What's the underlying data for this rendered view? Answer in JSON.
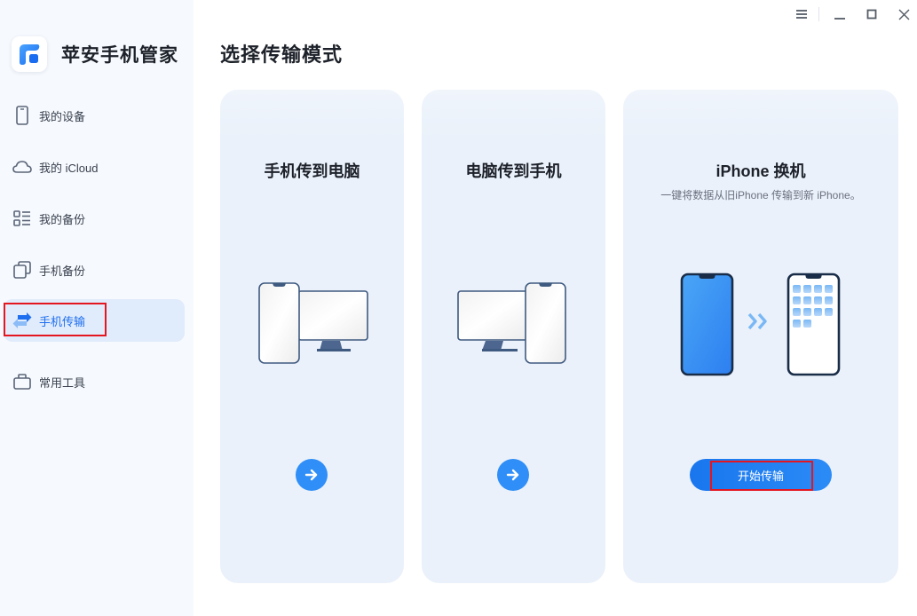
{
  "app": {
    "name": "苹安手机管家",
    "brand_color": "#1e6ff0"
  },
  "window_controls": {
    "menu": "menu-icon",
    "minimize": "minimize-icon",
    "maximize": "maximize-icon",
    "close": "close-icon"
  },
  "sidebar": {
    "items": [
      {
        "label": "我的设备",
        "icon": "phone-icon",
        "active": false
      },
      {
        "label": "我的 iCloud",
        "icon": "cloud-icon",
        "active": false
      },
      {
        "label": "我的备份",
        "icon": "list-icon",
        "active": false
      },
      {
        "label": "手机备份",
        "icon": "copy-icon",
        "active": false
      },
      {
        "label": "手机传输",
        "icon": "transfer-icon",
        "active": true
      },
      {
        "label": "常用工具",
        "icon": "toolbox-icon",
        "active": false
      }
    ]
  },
  "main": {
    "title": "选择传输模式",
    "cards": [
      {
        "title": "手机传到电脑",
        "action": "arrow-right-icon"
      },
      {
        "title": "电脑传到手机",
        "action": "arrow-right-icon"
      },
      {
        "title": "iPhone 换机",
        "subtitle": "一键将数据从旧iPhone 传输到新 iPhone。",
        "button_label": "开始传输"
      }
    ]
  },
  "colors": {
    "accent": "#2f8ef7",
    "highlight_box": "#e4161f",
    "sidebar_bg": "#f6f9fd",
    "card_bg": "#eaf1fa",
    "device_outline": "#3f5a80"
  }
}
